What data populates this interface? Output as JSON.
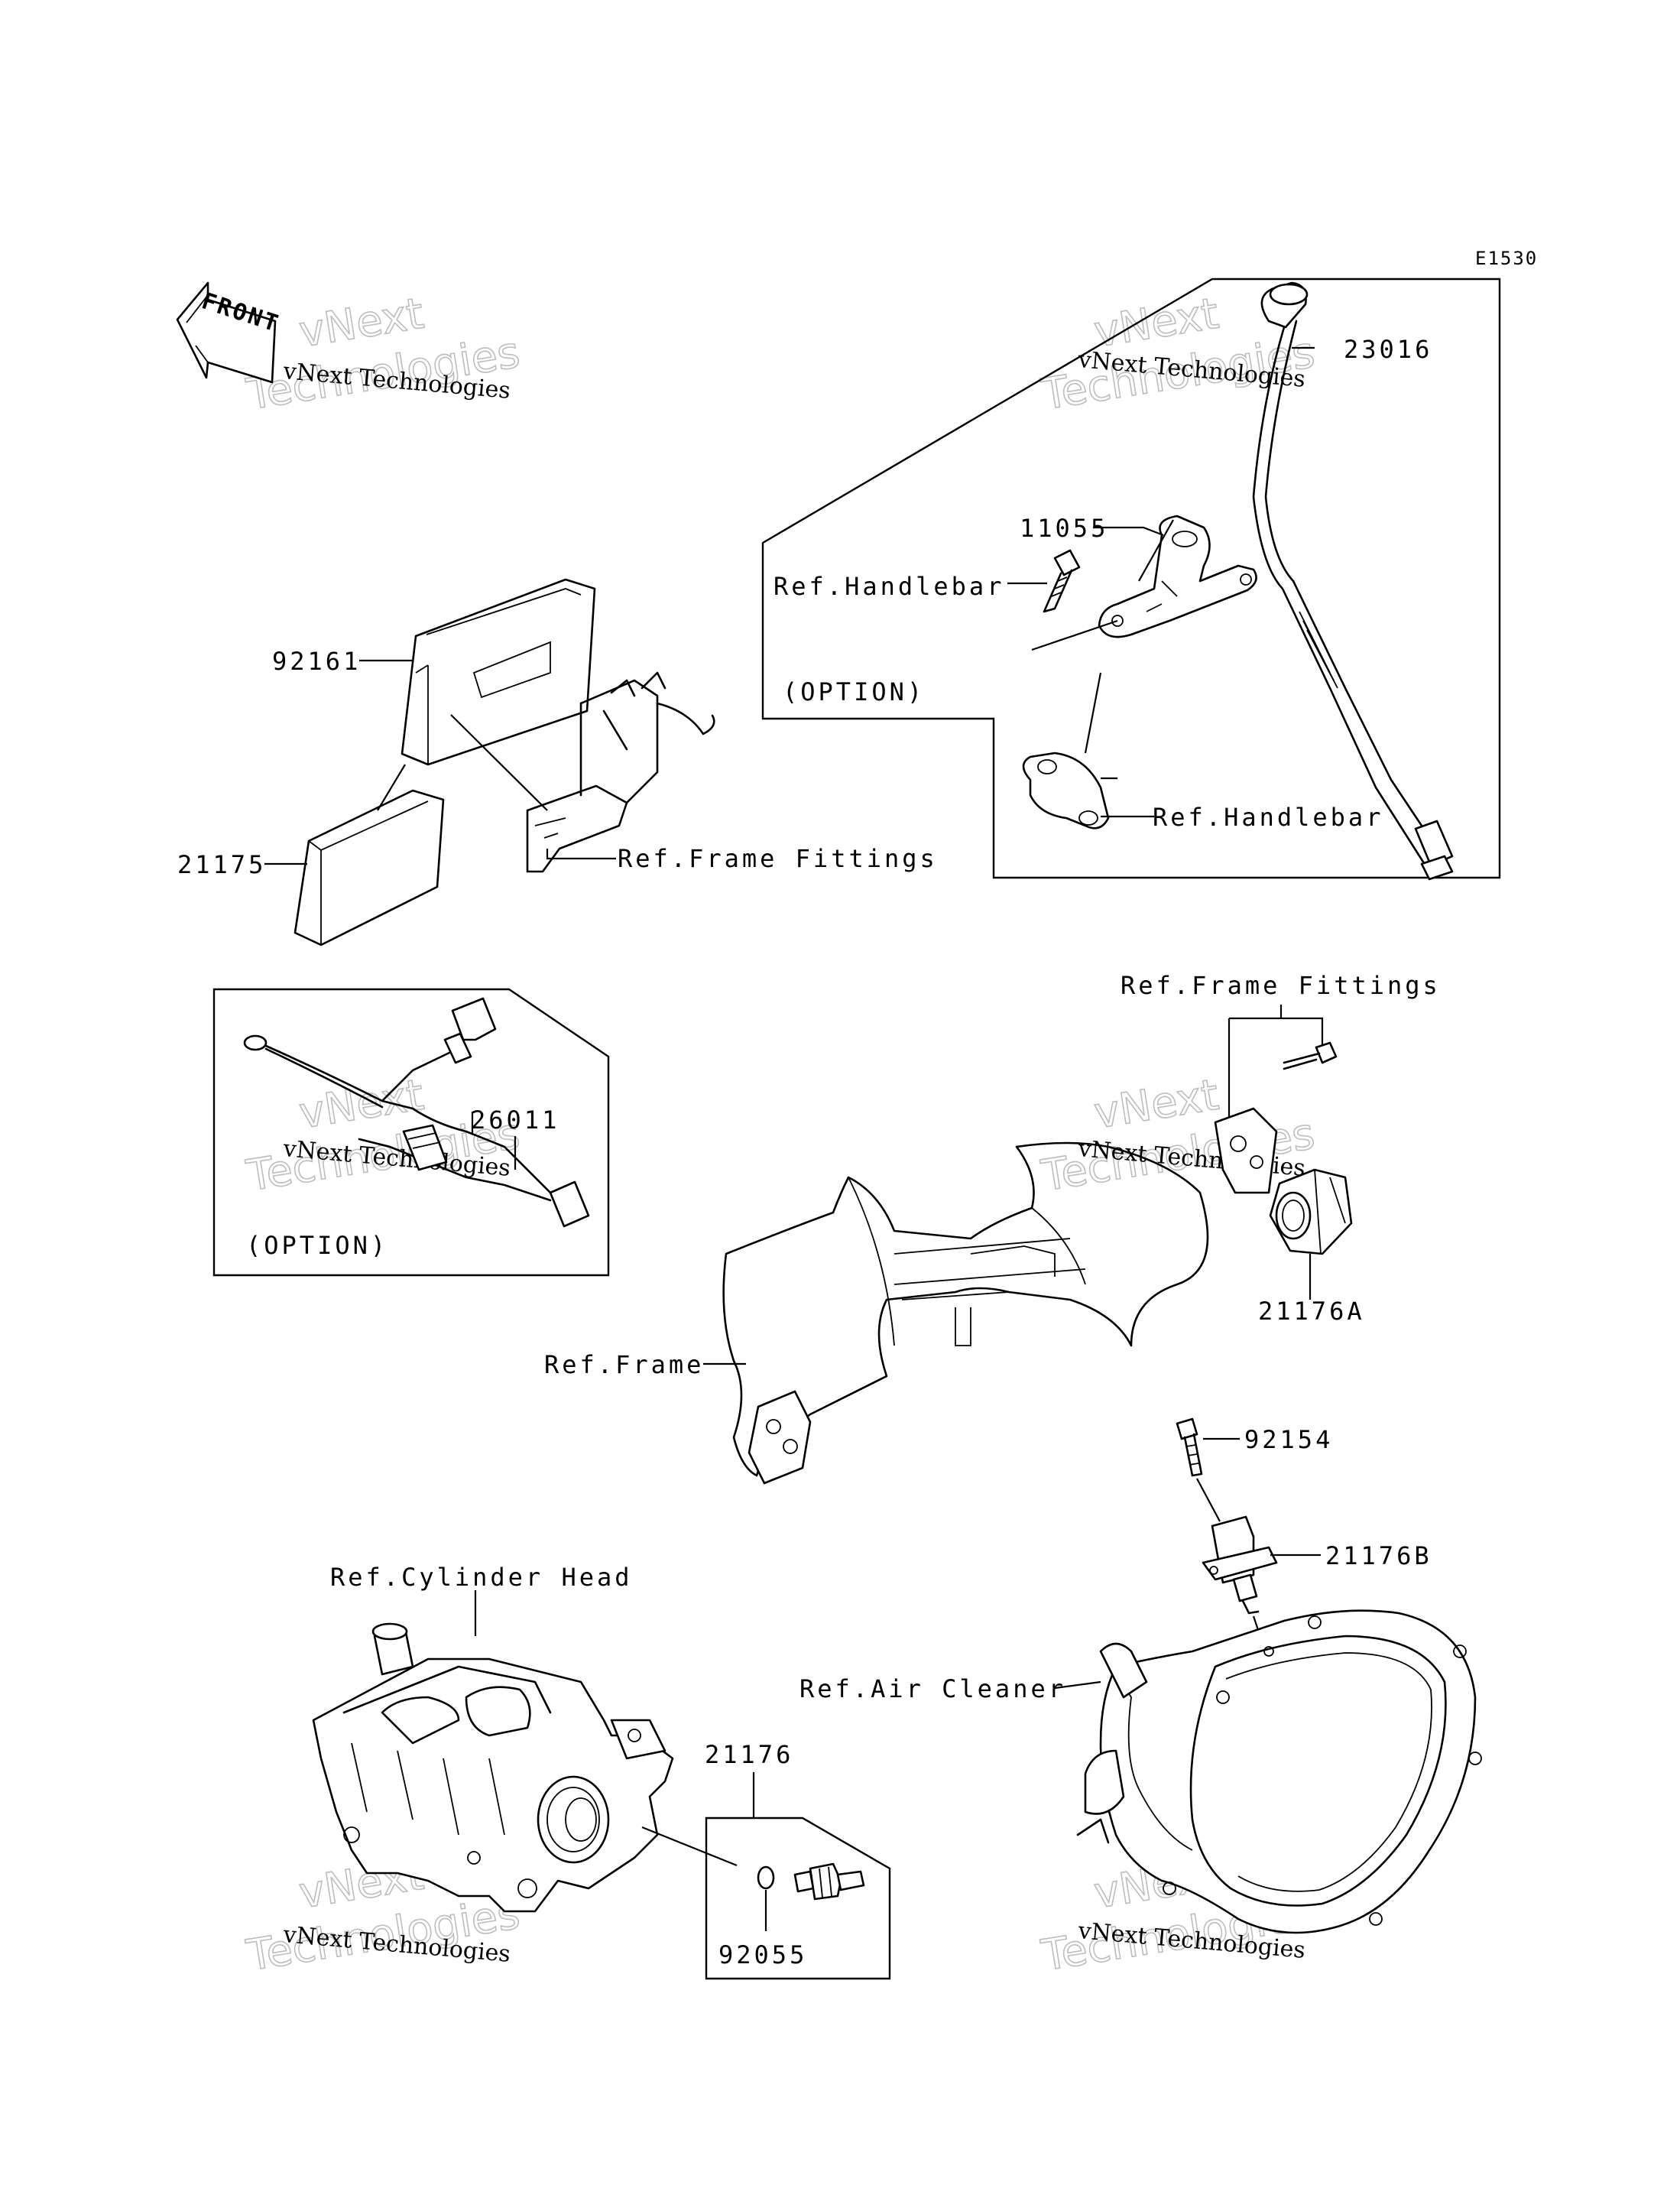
{
  "diagram_code": "E1530",
  "front_label": "FRONT",
  "watermark": {
    "line1": "vNext Technologies",
    "line2": "vNext",
    "line3": "Technologies"
  },
  "labels": {
    "p23016": "23016",
    "p11055": "11055",
    "ref_handlebar_top": "Ref.Handlebar",
    "option_top": "(OPTION)",
    "ref_handlebar_bottom": "Ref.Handlebar",
    "p92161": "92161",
    "p21175": "21175",
    "ref_frame_fittings_top": "Ref.Frame Fittings",
    "p26011": "26011",
    "option_left": "(OPTION)",
    "ref_frame_fittings_mid": "Ref.Frame Fittings",
    "p21176A": "21176A",
    "ref_frame": "Ref.Frame",
    "p92154": "92154",
    "p21176B": "21176B",
    "ref_cylinder_head": "Ref.Cylinder Head",
    "p21176": "21176",
    "p92055": "92055",
    "ref_air_cleaner": "Ref.Air Cleaner"
  }
}
